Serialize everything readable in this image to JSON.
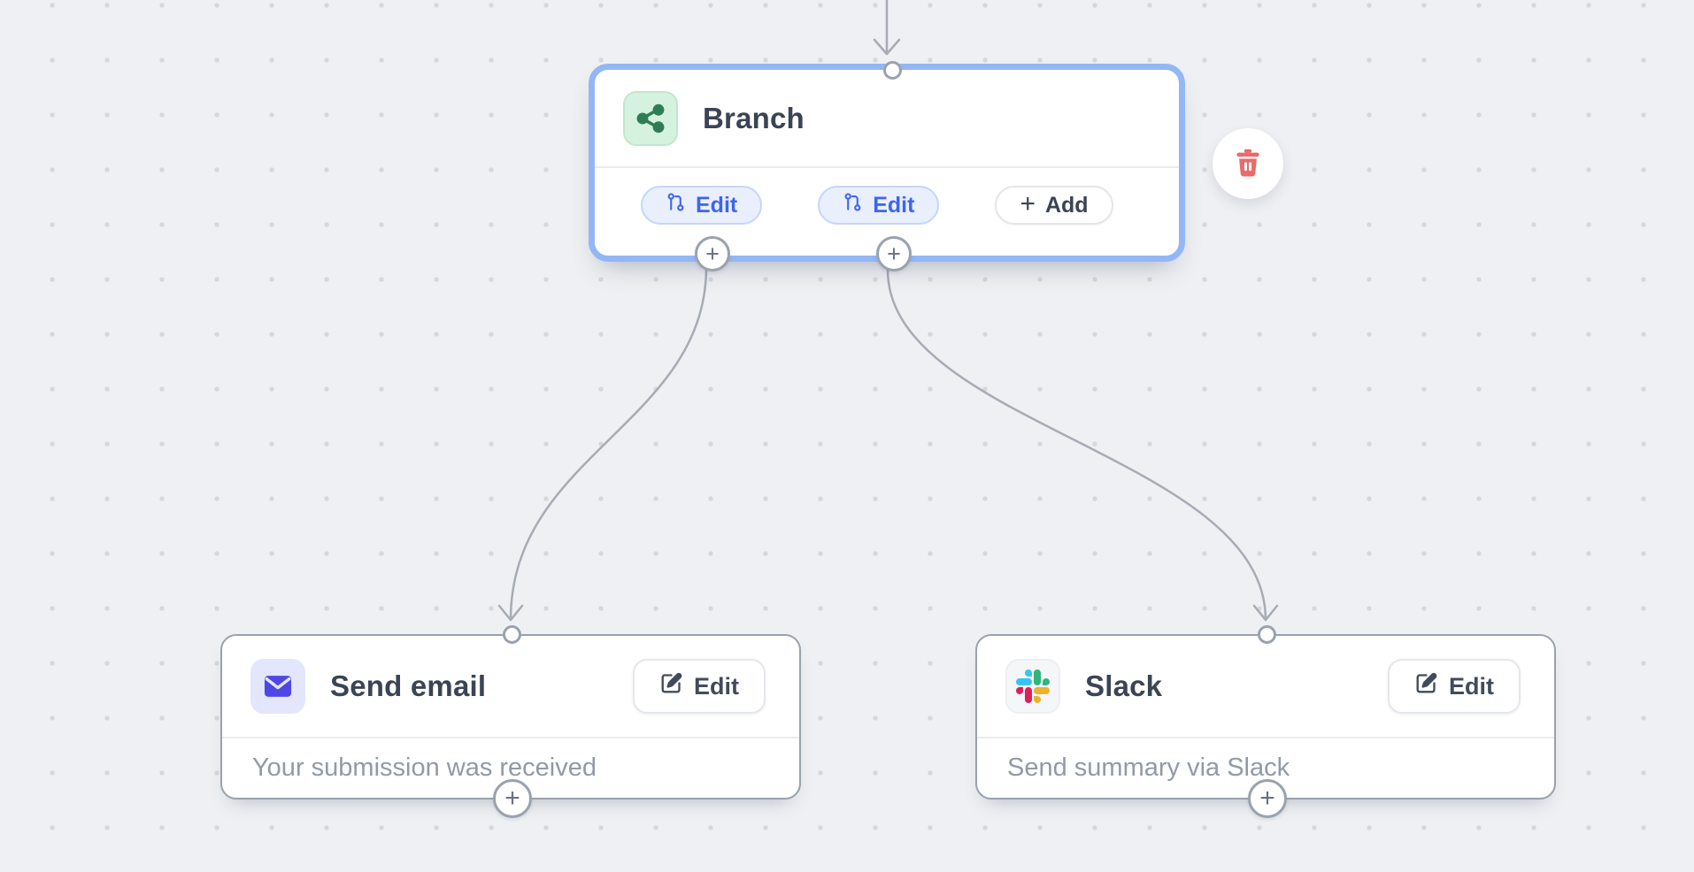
{
  "canvas": {
    "background": "#eef0f3",
    "dot_color": "#d5d7dc"
  },
  "icons": {
    "plus": "+"
  },
  "branch_node": {
    "title": "Branch",
    "rules": [
      {
        "edit_label": "Edit"
      },
      {
        "edit_label": "Edit"
      }
    ],
    "add_label": "Add"
  },
  "email_node": {
    "title": "Send email",
    "edit_label": "Edit",
    "subtitle": "Your submission was received"
  },
  "slack_node": {
    "title": "Slack",
    "edit_label": "Edit",
    "subtitle": "Send summary via Slack"
  },
  "colors": {
    "selection_ring": "#93b7f5",
    "edge_gray": "#a6abb5",
    "danger_red": "#e96b6b",
    "branch_icon_green": "#2f7d55",
    "email_icon_indigo": "#4f46e5",
    "pill_blue_text": "#3d66ee",
    "slack_blue": "#36C5F0",
    "slack_green": "#2EB67D",
    "slack_red": "#E01E5A",
    "slack_yellow": "#ECB22E"
  }
}
